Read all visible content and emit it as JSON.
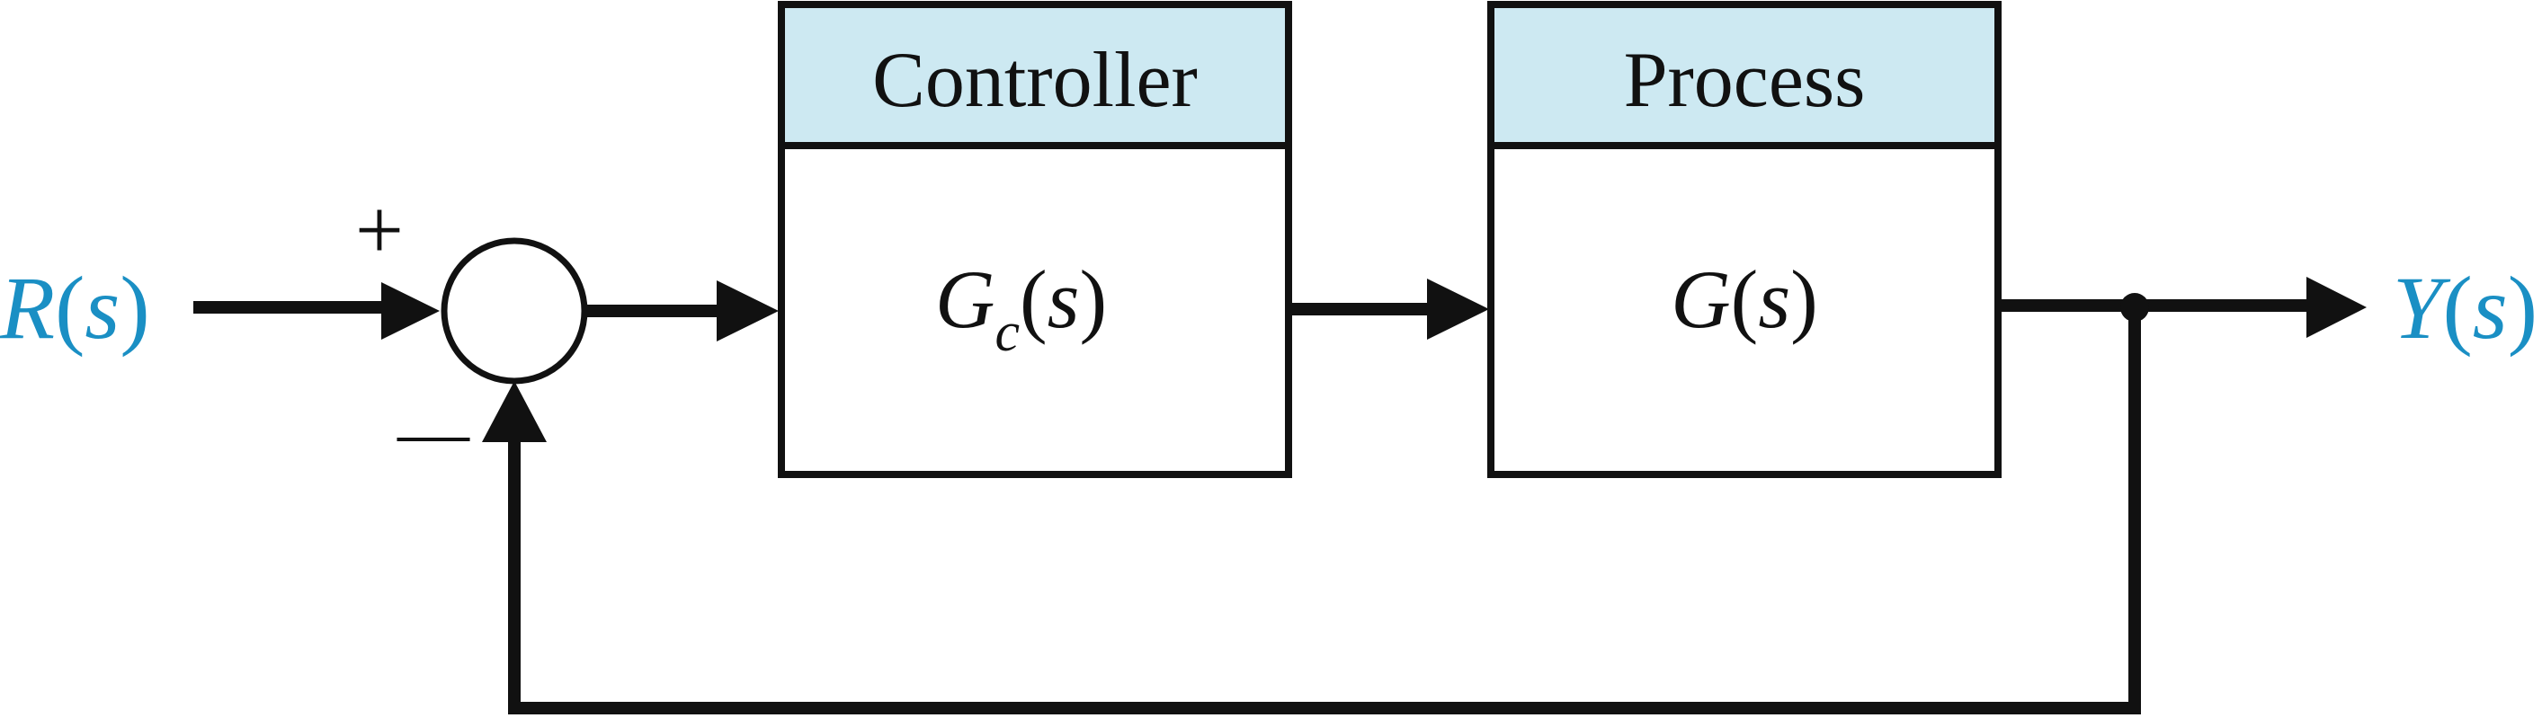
{
  "colors": {
    "line": "#111111",
    "header_fill": "#cde9f2",
    "signal_label": "#1a8fc4"
  },
  "input": {
    "letter": "R",
    "open": "(",
    "var": "s",
    "close": ")"
  },
  "output": {
    "letter": "Y",
    "open": "(",
    "var": "s",
    "close": ")"
  },
  "summing_junction": {
    "plus": "+",
    "minus": "—"
  },
  "controller": {
    "title": "Controller",
    "tf_letter": "G",
    "tf_sub": "c",
    "tf_open": "(",
    "tf_var": "s",
    "tf_close": ")"
  },
  "process": {
    "title": "Process",
    "tf_letter": "G",
    "tf_open": "(",
    "tf_var": "s",
    "tf_close": ")"
  }
}
